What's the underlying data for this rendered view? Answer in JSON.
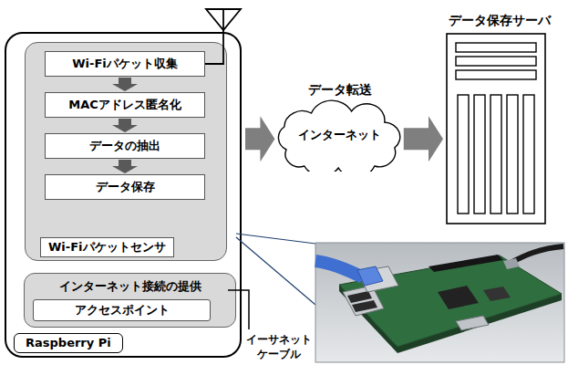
{
  "diagram": {
    "nodes": [
      {
        "text": [
          "Raspberry Pi"
        ]
      },
      {
        "text": [
          "Wi-Fiパケットセンサ"
        ],
        "in": 0
      },
      {
        "text": [
          "Wi-Fiパケット収集"
        ],
        "in": 1
      },
      {
        "text": [
          "MACアドレス匿名化"
        ],
        "in": 1
      },
      {
        "text": [
          "データの抽出"
        ],
        "in": 1
      },
      {
        "text": [
          "データ保存"
        ],
        "in": 1
      },
      {
        "text": [
          "インターネット接続の提供"
        ],
        "in": 0
      },
      {
        "text": [
          "アクセスポイント"
        ],
        "in": 6
      },
      {
        "text": [
          "データ転送",
          "インターネット"
        ]
      },
      {
        "text": [
          "データ保存サーバ"
        ]
      }
    ],
    "edges": [
      {
        "from": 2,
        "to": 3,
        "arrow": "to"
      },
      {
        "from": 3,
        "to": 4,
        "arrow": "to"
      },
      {
        "from": 4,
        "to": 5,
        "arrow": "to"
      },
      {
        "from": 0,
        "to": 8,
        "arrow": "to"
      },
      {
        "from": 8,
        "to": 9,
        "arrow": "to"
      }
    ],
    "labels": [
      "イーサネット ケーブル"
    ]
  }
}
